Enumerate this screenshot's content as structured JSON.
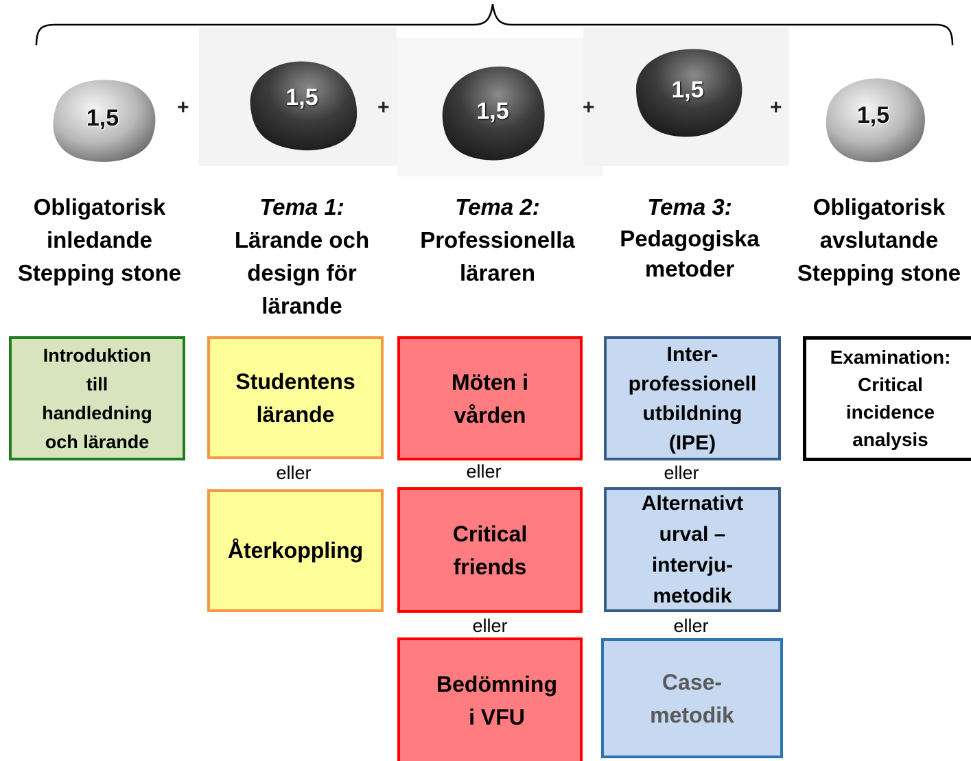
{
  "stones": [
    {
      "label": "1,5"
    },
    {
      "label": "1,5"
    },
    {
      "label": "1,5"
    },
    {
      "label": "1,5"
    },
    {
      "label": "1,5"
    }
  ],
  "plus_sign": "+",
  "columns": [
    {
      "lines": [
        "Obligatorisk",
        "inledande",
        "Stepping stone"
      ]
    },
    {
      "theme": "Tema 1:",
      "lines": [
        "Lärande och",
        "design för",
        "lärande"
      ]
    },
    {
      "theme": "Tema 2:",
      "lines": [
        "Professionella",
        "läraren"
      ]
    },
    {
      "theme": "Tema 3:",
      "lines": [
        "Pedagogiska",
        "metoder"
      ]
    },
    {
      "lines": [
        "Obligatorisk",
        "avslutande",
        "Stepping stone"
      ]
    }
  ],
  "boxes": {
    "intro": [
      "Introduktion",
      "till",
      "handledning",
      "och lärande"
    ],
    "t1a": [
      "Studentens",
      "lärande"
    ],
    "t1b": [
      "Återkoppling"
    ],
    "t2a": [
      "Möten i",
      "vården"
    ],
    "t2b": [
      "Critical",
      "friends"
    ],
    "t2c": [
      "Bedömning",
      "i VFU"
    ],
    "t3a": [
      "Inter-",
      "professionell",
      "utbildning",
      "(IPE)"
    ],
    "t3b": [
      "Alternativt",
      "urval –",
      "intervju-",
      "metodik"
    ],
    "t3c": [
      "Case-",
      "metodik"
    ],
    "exam": [
      "Examination:",
      "Critical",
      "incidence",
      "analysis"
    ]
  },
  "eller": "eller",
  "colors": {
    "intro_fill": "#d7e4bd",
    "intro_border": "#1e7d1e",
    "yellow_fill": "#ffff99",
    "yellow_border": "#f79646",
    "red_fill": "#ff7c80",
    "red_border": "#ff0000",
    "blue_fill": "#c6d9f1",
    "blue_border": "#385d8a",
    "blue_border2": "#2e75b6",
    "grey_text": "#5a5a5a"
  }
}
